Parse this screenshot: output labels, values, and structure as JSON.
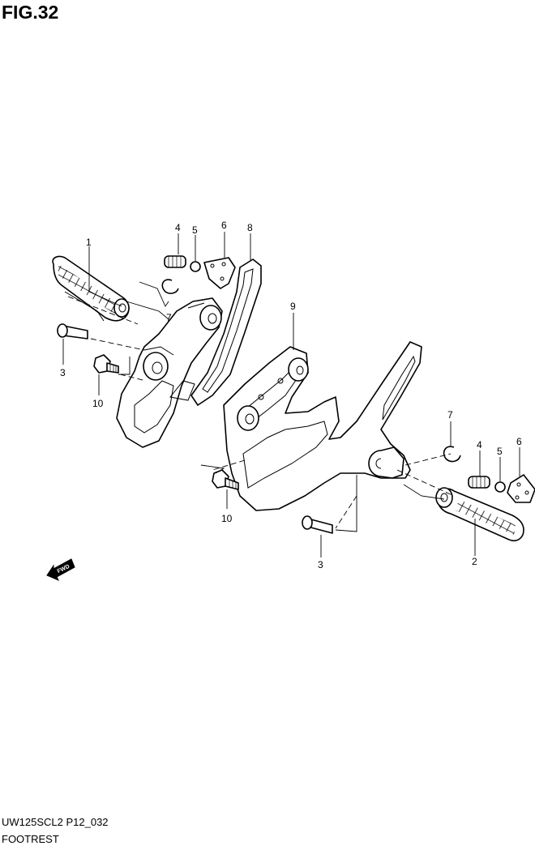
{
  "figure": {
    "title": "FIG.32",
    "model_code": "UW125SCL2 P12_032",
    "section_name": "FOOTREST"
  },
  "callouts": [
    {
      "id": "c1",
      "label": "1"
    },
    {
      "id": "c2",
      "label": "2"
    },
    {
      "id": "c3a",
      "label": "3"
    },
    {
      "id": "c3b",
      "label": "3"
    },
    {
      "id": "c4a",
      "label": "4"
    },
    {
      "id": "c4b",
      "label": "4"
    },
    {
      "id": "c5a",
      "label": "5"
    },
    {
      "id": "c5b",
      "label": "5"
    },
    {
      "id": "c6a",
      "label": "6"
    },
    {
      "id": "c6b",
      "label": "6"
    },
    {
      "id": "c7a",
      "label": "7"
    },
    {
      "id": "c7b",
      "label": "7"
    },
    {
      "id": "c8",
      "label": "8"
    },
    {
      "id": "c9",
      "label": "9"
    },
    {
      "id": "c10a",
      "label": "10"
    },
    {
      "id": "c10b",
      "label": "10"
    }
  ],
  "fwd_marker": {
    "label": "FWD"
  }
}
